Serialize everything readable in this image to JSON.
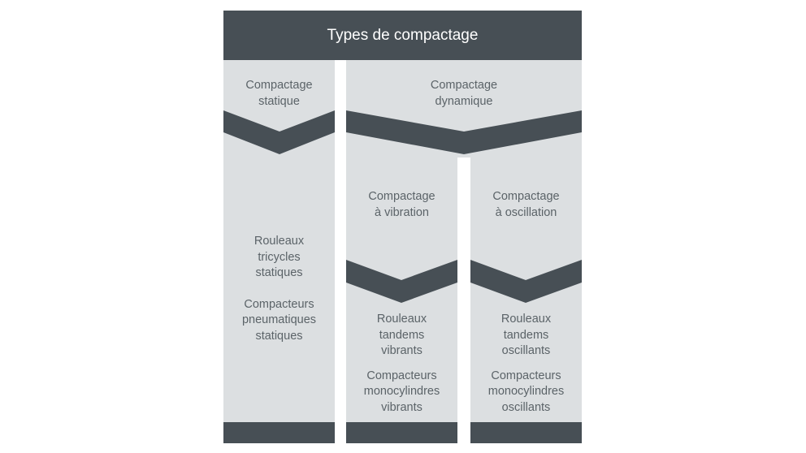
{
  "title": "Types de compactage",
  "colors": {
    "dark": "#474f55",
    "light": "#dcdfe1",
    "text": "#5b6368"
  },
  "static": {
    "heading": [
      "Compactage",
      "statique"
    ],
    "items": [
      [
        "Rouleaux",
        "tricycles",
        "statiques"
      ],
      [
        "Compacteurs",
        "pneumatiques",
        "statiques"
      ]
    ]
  },
  "dynamic": {
    "heading": [
      "Compactage",
      "dynamique"
    ],
    "vibration": {
      "heading": [
        "Compactage",
        "à vibration"
      ],
      "items": [
        [
          "Rouleaux",
          "tandems",
          "vibrants"
        ],
        [
          "Compacteurs",
          "monocylindres",
          "vibrants"
        ]
      ]
    },
    "oscillation": {
      "heading": [
        "Compactage",
        "à oscillation"
      ],
      "items": [
        [
          "Rouleaux",
          "tandems",
          "oscillants"
        ],
        [
          "Compacteurs",
          "monocylindres",
          "oscillants"
        ]
      ]
    }
  }
}
